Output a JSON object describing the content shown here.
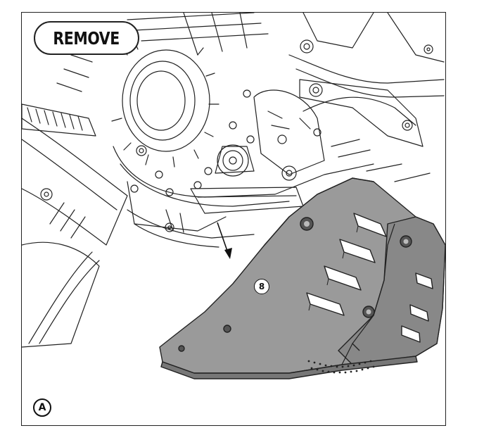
{
  "header": {
    "label": "REMOVE"
  },
  "callout": {
    "part_number": "8"
  },
  "step": {
    "letter": "A"
  },
  "icons": [
    "engine-illustration",
    "skid-plate-illustration",
    "removal-arrow-icon"
  ],
  "colors": {
    "line": "#222222",
    "plate_fill": "#9a9a9a",
    "plate_dark": "#6e6e6e",
    "background": "#ffffff"
  }
}
